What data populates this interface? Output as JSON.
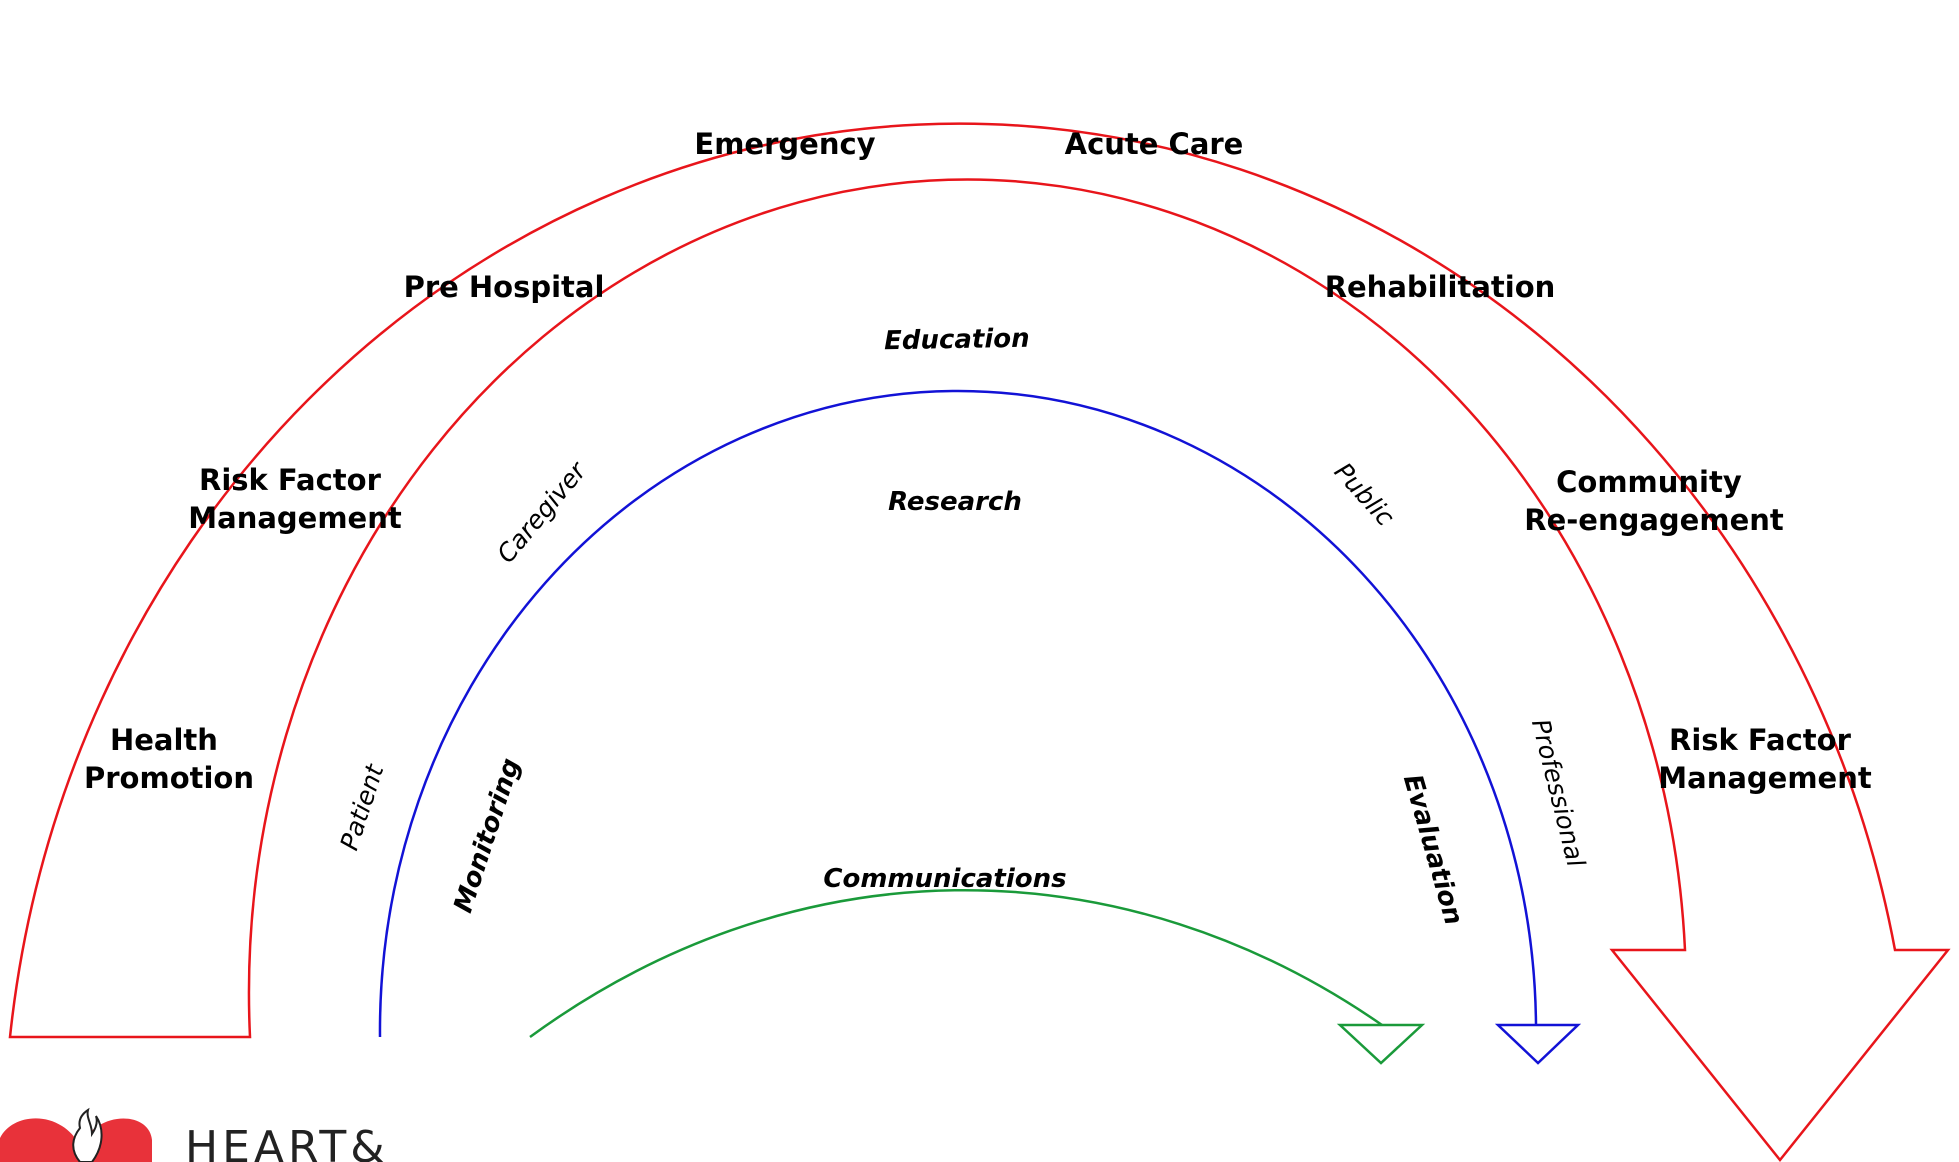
{
  "diagram": {
    "stages": {
      "health_promotion": [
        "Health",
        "Promotion"
      ],
      "risk_factor_left": [
        "Risk Factor",
        "Management"
      ],
      "pre_hospital": "Pre Hospital",
      "emergency": "Emergency",
      "acute_care": "Acute Care",
      "rehabilitation": "Rehabilitation",
      "community": [
        "Community",
        "Re-engagement"
      ],
      "risk_factor_right": [
        "Risk Factor",
        "Management"
      ]
    },
    "audiences": {
      "patient": "Patient",
      "caregiver": "Caregiver",
      "public": "Public",
      "professional": "Professional"
    },
    "themes": {
      "education": "Education",
      "research": "Research",
      "monitoring": "Monitoring",
      "evaluation": "Evaluation",
      "communications": "Communications"
    },
    "colors": {
      "outer_arc": "#e8151b",
      "middle_arc": "#1212d6",
      "inner_arc": "#1a9a3a",
      "logo": "#e8323a"
    }
  },
  "logo": {
    "text": "HEART&",
    "icon": "heart-flame-logo-icon"
  }
}
